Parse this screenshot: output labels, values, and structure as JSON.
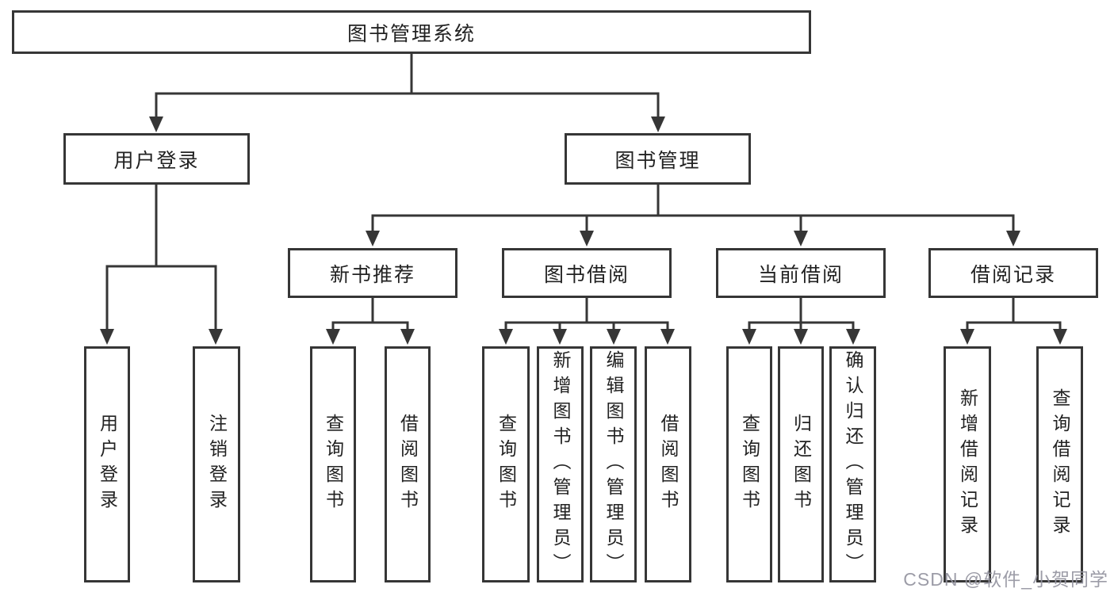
{
  "diagram": {
    "root": {
      "label": "图书管理系统"
    },
    "children": [
      {
        "label": "用户登录",
        "children": [
          {
            "label": "用户登录"
          },
          {
            "label": "注销登录"
          }
        ]
      },
      {
        "label": "图书管理",
        "children": [
          {
            "label": "新书推荐",
            "children": [
              {
                "label": "查询图书"
              },
              {
                "label": "借阅图书"
              }
            ]
          },
          {
            "label": "图书借阅",
            "children": [
              {
                "label": "查询图书"
              },
              {
                "label": "新增图书（管理员）"
              },
              {
                "label": "编辑图书（管理员）"
              },
              {
                "label": "借阅图书"
              }
            ]
          },
          {
            "label": "当前借阅",
            "children": [
              {
                "label": "查询图书"
              },
              {
                "label": "归还图书"
              },
              {
                "label": "确认归还（管理员）"
              }
            ]
          },
          {
            "label": "借阅记录",
            "children": [
              {
                "label": "新增借阅记录"
              },
              {
                "label": "查询借阅记录"
              }
            ]
          }
        ]
      }
    ]
  },
  "watermark": {
    "text": "CSDN @软件_小贺同学"
  },
  "colors": {
    "line": "#363636",
    "text": "#222222",
    "background": "#ffffff",
    "watermark": "#9494a0"
  }
}
